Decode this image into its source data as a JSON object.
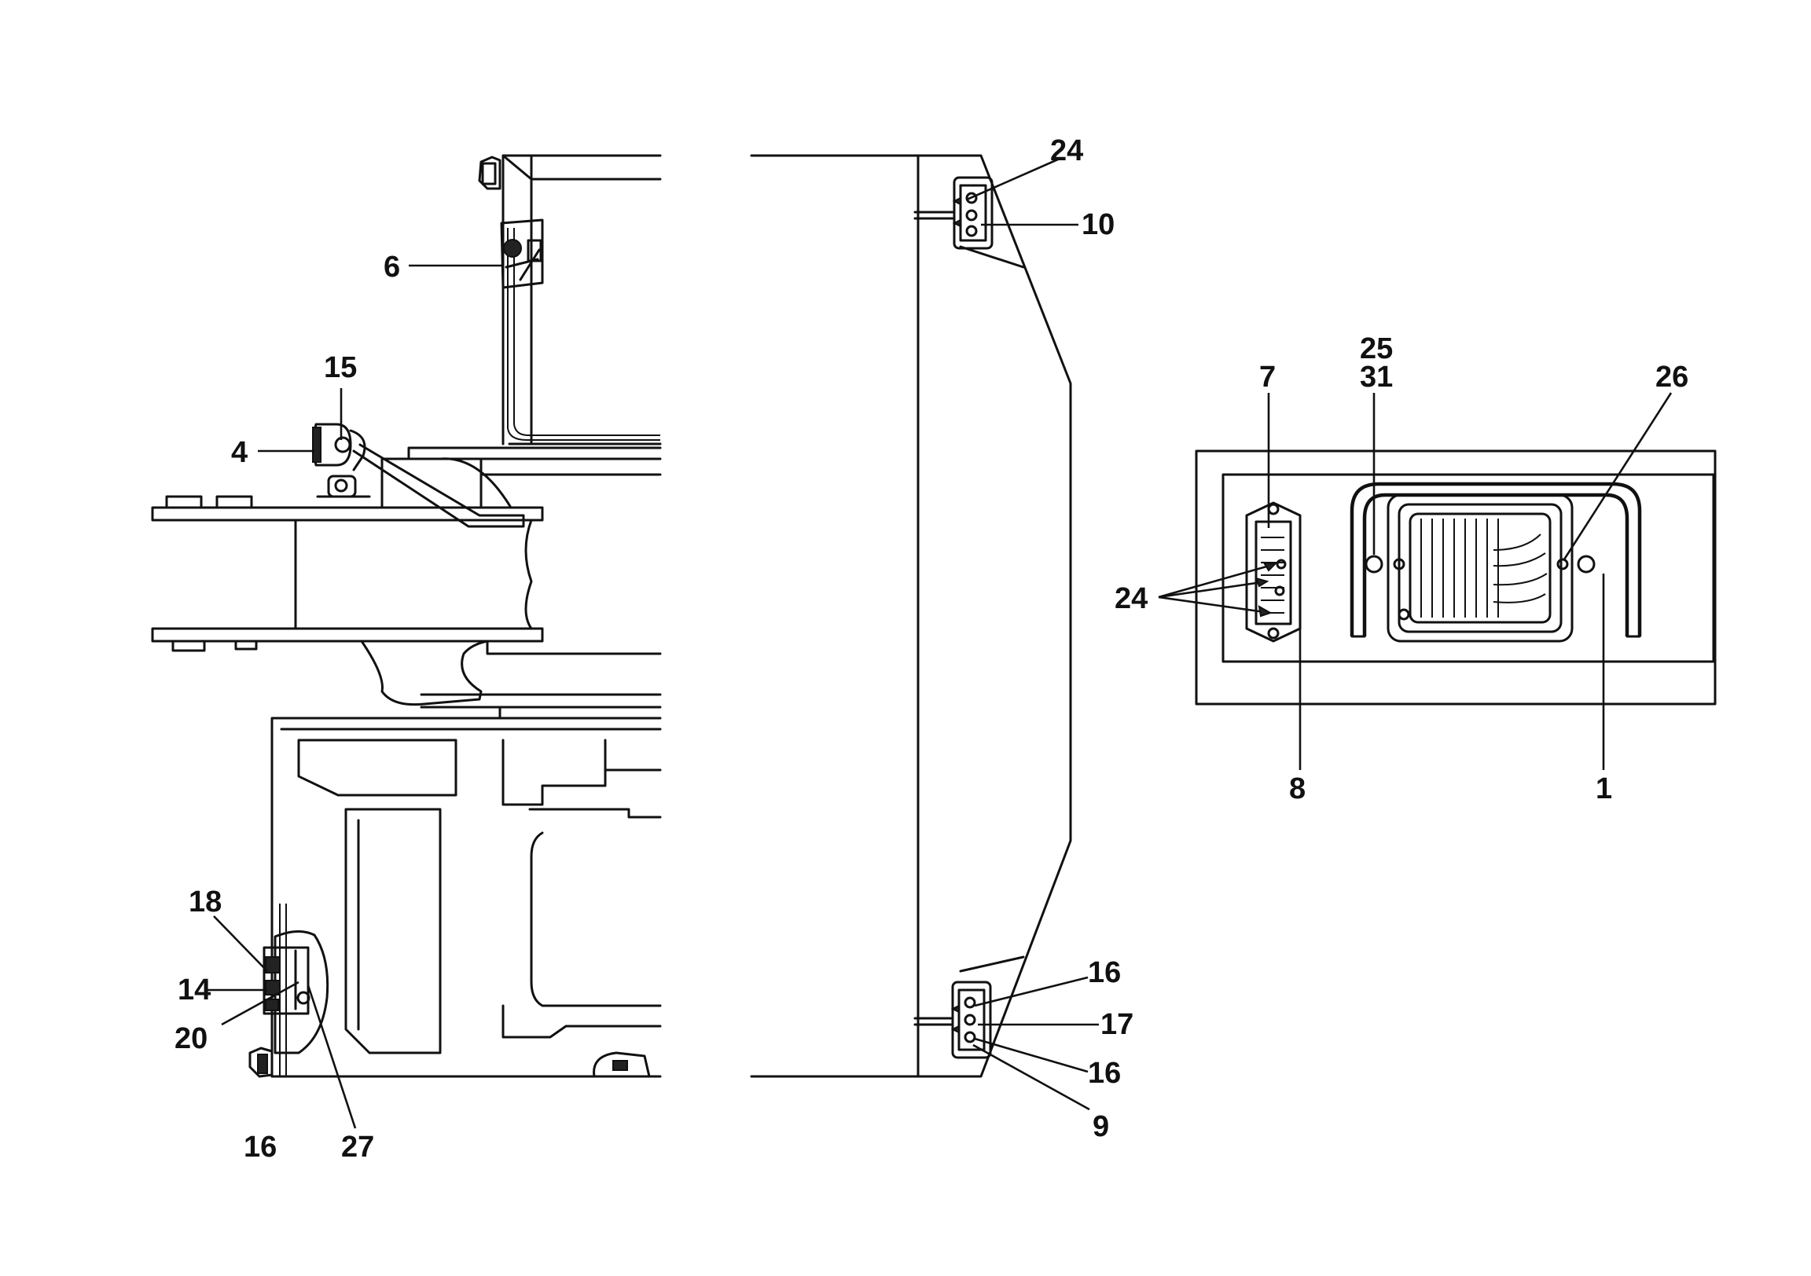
{
  "callouts": {
    "left": {
      "c6": "6",
      "c15": "15",
      "c4": "4",
      "c18": "18",
      "c14": "14",
      "c20": "20",
      "c16": "16",
      "c27": "27"
    },
    "middle": {
      "c24": "24",
      "c10": "10",
      "c16a": "16",
      "c17": "17",
      "c16b": "16",
      "c9": "9"
    },
    "right": {
      "c7": "7",
      "c25": "25",
      "c31": "31",
      "c26": "26",
      "c24": "24",
      "c8": "8",
      "c1": "1"
    }
  }
}
